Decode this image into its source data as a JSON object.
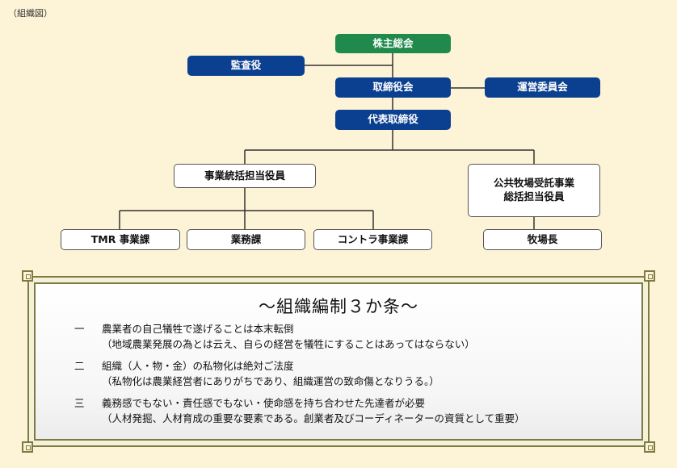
{
  "caption": "（組織図）",
  "org": {
    "shareholders": "株主総会",
    "auditor": "監査役",
    "board": "取締役会",
    "committee": "運営委員会",
    "representative": "代表取締役",
    "business_officer": "事業統括担当役員",
    "ranch_officer": "公共牧場受託事業\n総括担当役員",
    "tmr": "TMR 事業課",
    "general": "業務課",
    "contract": "コントラ事業課",
    "ranch_manager": "牧場長"
  },
  "principles": {
    "title": "〜組織編制３か条〜",
    "items": [
      {
        "num": "一",
        "main": "農業者の自己犠牲で遂げることは本末転倒",
        "sub": "（地域農業発展の為とは云え、自らの経営を犠牲にすることはあってはならない）"
      },
      {
        "num": "二",
        "main": "組織（人・物・金）の私物化は絶対ご法度",
        "sub": "（私物化は農業経営者にありがちであり、組織運営の致命傷となりうる。）"
      },
      {
        "num": "三",
        "main": "義務感でもない・責任感でもない・使命感を持ち合わせた先達者が必要",
        "sub": "（人材発掘、人材育成の重要な要素である。創業者及びコーディネーターの資質として重要）"
      }
    ]
  }
}
